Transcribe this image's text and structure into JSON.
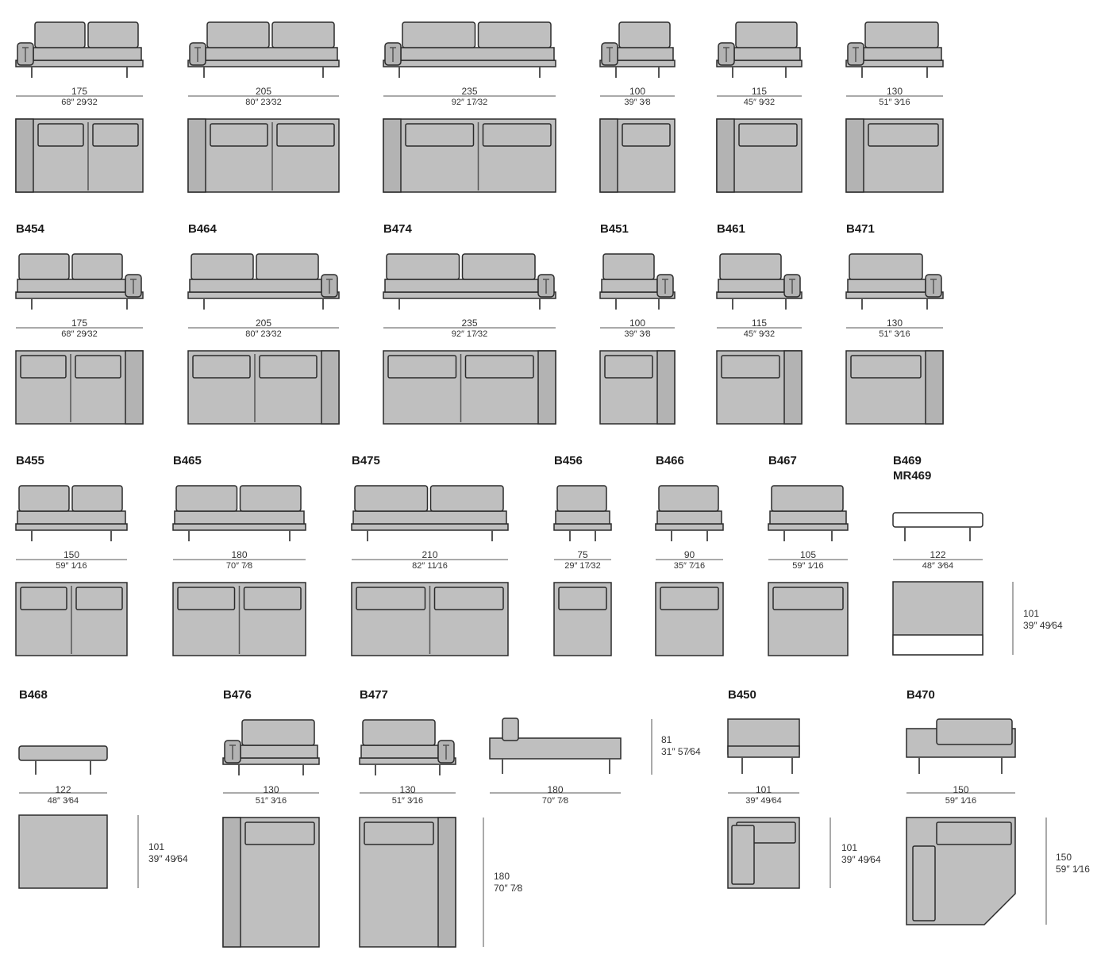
{
  "colors": {
    "fill": "#bfbfbf",
    "fill_dark": "#b3b3b3",
    "stroke": "#2b2b2b",
    "line": "#555555"
  },
  "rows": [
    {
      "items": [
        {
          "code": "",
          "width_cm": "175",
          "width_in": "68″ 29⁄32",
          "arm": "left",
          "seats": 2
        },
        {
          "code": "",
          "width_cm": "205",
          "width_in": "80″ 23⁄32",
          "arm": "left",
          "seats": 2
        },
        {
          "code": "",
          "width_cm": "235",
          "width_in": "92″ 17⁄32",
          "arm": "left",
          "seats": 2
        },
        {
          "code": "",
          "width_cm": "100",
          "width_in": "39″ 3⁄8",
          "arm": "left",
          "seats": 1
        },
        {
          "code": "",
          "width_cm": "115",
          "width_in": "45″ 9⁄32",
          "arm": "left",
          "seats": 1
        },
        {
          "code": "",
          "width_cm": "130",
          "width_in": "51″ 3⁄16",
          "arm": "left",
          "seats": 1
        }
      ]
    },
    {
      "items": [
        {
          "code": "B454",
          "width_cm": "175",
          "width_in": "68″ 29⁄32",
          "arm": "right",
          "seats": 2
        },
        {
          "code": "B464",
          "width_cm": "205",
          "width_in": "80″ 23⁄32",
          "arm": "right",
          "seats": 2
        },
        {
          "code": "B474",
          "width_cm": "235",
          "width_in": "92″ 17⁄32",
          "arm": "right",
          "seats": 2
        },
        {
          "code": "B451",
          "width_cm": "100",
          "width_in": "39″ 3⁄8",
          "arm": "right",
          "seats": 1
        },
        {
          "code": "B461",
          "width_cm": "115",
          "width_in": "45″ 9⁄32",
          "arm": "right",
          "seats": 1
        },
        {
          "code": "B471",
          "width_cm": "130",
          "width_in": "51″ 3⁄16",
          "arm": "right",
          "seats": 1
        }
      ]
    },
    {
      "items": [
        {
          "code": "B455",
          "width_cm": "150",
          "width_in": "59″ 1⁄16",
          "arm": "none",
          "seats": 2
        },
        {
          "code": "B465",
          "width_cm": "180",
          "width_in": "70″ 7⁄8",
          "arm": "none",
          "seats": 2
        },
        {
          "code": "B475",
          "width_cm": "210",
          "width_in": "82″ 11⁄16",
          "arm": "none",
          "seats": 2
        },
        {
          "code": "B456",
          "width_cm": "75",
          "width_in": "29″ 17⁄32",
          "arm": "none",
          "seats": 1
        },
        {
          "code": "B466",
          "width_cm": "90",
          "width_in": "35″ 7⁄16",
          "arm": "none",
          "seats": 1
        },
        {
          "code": "B467",
          "width_cm": "105",
          "width_in": "59″ 1⁄16",
          "arm": "none",
          "seats": 1
        },
        {
          "code": "B469",
          "code2": "MR469",
          "width_cm": "122",
          "width_in": "48″ 3⁄64",
          "depth_cm": "101",
          "depth_in": "39″ 49⁄64",
          "arm": "pouf",
          "seats": 0
        }
      ]
    },
    {
      "items": [
        {
          "code": "B468",
          "width_cm": "122",
          "width_in": "48″ 3⁄64",
          "depth_cm": "101",
          "depth_in": "39″ 49⁄64",
          "arm": "ottoman",
          "seats": 0
        },
        {
          "code": "B476",
          "width_cm": "130",
          "width_in": "51″ 3⁄16",
          "arm": "left",
          "seats": 1
        },
        {
          "code": "B477",
          "width_cm": "130",
          "width_in": "51″ 3⁄16",
          "depth_cm": "180",
          "depth_in": "70″ 7⁄8",
          "arm": "right",
          "seats": 1
        },
        {
          "code": "",
          "width_cm": "180",
          "width_in": "70″ 7⁄8",
          "height_cm": "81",
          "height_in": "31″ 57⁄64",
          "arm": "chaise-side",
          "seats": 0
        },
        {
          "code": "B450",
          "width_cm": "101",
          "width_in": "39″ 49⁄64",
          "depth_cm": "101",
          "depth_in": "39″ 49⁄64",
          "arm": "corner",
          "seats": 1
        },
        {
          "code": "B470",
          "width_cm": "150",
          "width_in": "59″ 1⁄16",
          "depth_cm": "150",
          "depth_in": "59″ 1⁄16",
          "arm": "corner-large",
          "seats": 1
        }
      ]
    }
  ]
}
